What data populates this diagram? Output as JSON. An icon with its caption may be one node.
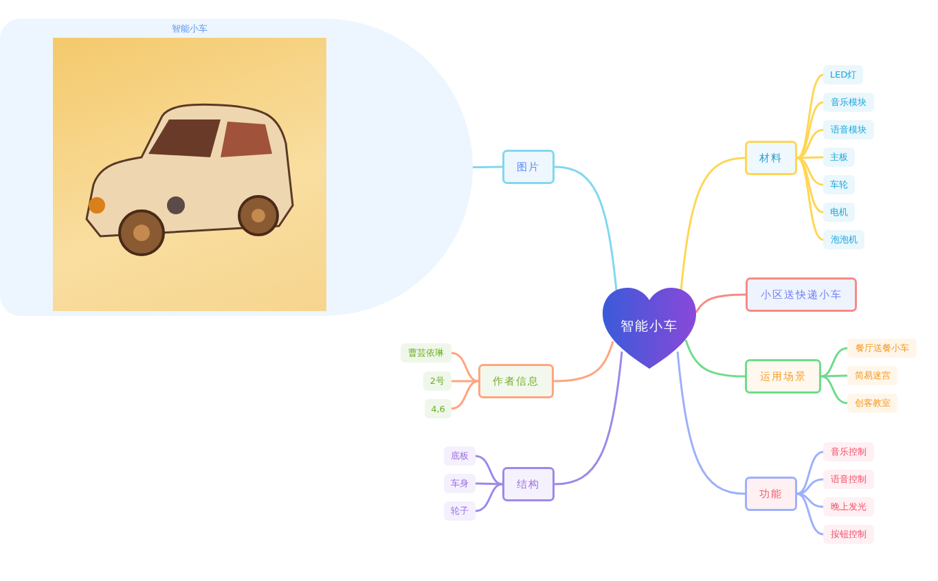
{
  "diagram": {
    "nodes": [
      {
        "text": [
          "智能小车"
        ]
      },
      {
        "text": [
          "图片"
        ]
      },
      {
        "text": [
          "智能小车"
        ]
      },
      {
        "text": [],
        "shape": "picture",
        "in": 2
      },
      {
        "text": [
          "作者信息"
        ]
      },
      {
        "text": [
          "曹芸依琳"
        ]
      },
      {
        "text": [
          "2号"
        ]
      },
      {
        "text": [
          "4,6"
        ]
      },
      {
        "text": [
          "结构"
        ]
      },
      {
        "text": [
          "底板"
        ]
      },
      {
        "text": [
          "车身"
        ]
      },
      {
        "text": [
          "轮子"
        ]
      },
      {
        "text": [
          "材料"
        ]
      },
      {
        "text": [
          "LED灯"
        ]
      },
      {
        "text": [
          "音乐模块"
        ]
      },
      {
        "text": [
          "语音模块"
        ]
      },
      {
        "text": [
          "主板"
        ]
      },
      {
        "text": [
          "车轮"
        ]
      },
      {
        "text": [
          "电机"
        ]
      },
      {
        "text": [
          "泡泡机"
        ]
      },
      {
        "text": [
          "小区送快递小车"
        ]
      },
      {
        "text": [
          "运用场景"
        ]
      },
      {
        "text": [
          "餐厅送餐小车"
        ]
      },
      {
        "text": [
          "简易迷宫"
        ]
      },
      {
        "text": [
          "创客教室"
        ]
      },
      {
        "text": [
          "功能"
        ]
      },
      {
        "text": [
          "音乐控制"
        ]
      },
      {
        "text": [
          "语音控制"
        ]
      },
      {
        "text": [
          "晚上发光"
        ]
      },
      {
        "text": [
          "按钮控制"
        ]
      }
    ],
    "edges": [
      {
        "from": 0,
        "to": 1,
        "arrow": "none",
        "color": "#80d8f0"
      },
      {
        "from": 1,
        "to": 2,
        "arrow": "none",
        "color": "#80d8f0"
      },
      {
        "from": 0,
        "to": 4,
        "arrow": "none",
        "color": "#ffa47e"
      },
      {
        "from": 4,
        "to": 5,
        "arrow": "none",
        "color": "#ffa47e"
      },
      {
        "from": 4,
        "to": 6,
        "arrow": "none",
        "color": "#ffa47e"
      },
      {
        "from": 4,
        "to": 7,
        "arrow": "none",
        "color": "#ffa47e"
      },
      {
        "from": 0,
        "to": 8,
        "arrow": "none",
        "color": "#9d88ea"
      },
      {
        "from": 8,
        "to": 9,
        "arrow": "none",
        "color": "#9d88ea"
      },
      {
        "from": 8,
        "to": 10,
        "arrow": "none",
        "color": "#9d88ea"
      },
      {
        "from": 8,
        "to": 11,
        "arrow": "none",
        "color": "#9d88ea"
      },
      {
        "from": 0,
        "to": 12,
        "arrow": "none",
        "color": "#ffd654"
      },
      {
        "from": 12,
        "to": 13,
        "arrow": "none",
        "color": "#ffd654"
      },
      {
        "from": 12,
        "to": 14,
        "arrow": "none",
        "color": "#ffd654"
      },
      {
        "from": 12,
        "to": 15,
        "arrow": "none",
        "color": "#ffd654"
      },
      {
        "from": 12,
        "to": 16,
        "arrow": "none",
        "color": "#ffd654"
      },
      {
        "from": 12,
        "to": 17,
        "arrow": "none",
        "color": "#ffd654"
      },
      {
        "from": 12,
        "to": 18,
        "arrow": "none",
        "color": "#ffd654"
      },
      {
        "from": 12,
        "to": 19,
        "arrow": "none",
        "color": "#ffd654"
      },
      {
        "from": 0,
        "to": 20,
        "arrow": "none",
        "color": "#f68a84"
      },
      {
        "from": 0,
        "to": 21,
        "arrow": "none",
        "color": "#6ddc8a"
      },
      {
        "from": 21,
        "to": 22,
        "arrow": "none",
        "color": "#6ddc8a"
      },
      {
        "from": 21,
        "to": 23,
        "arrow": "none",
        "color": "#6ddc8a"
      },
      {
        "from": 21,
        "to": 24,
        "arrow": "none",
        "color": "#6ddc8a"
      },
      {
        "from": 0,
        "to": 25,
        "arrow": "none",
        "color": "#9db0fb"
      },
      {
        "from": 25,
        "to": 26,
        "arrow": "none",
        "color": "#9db0fb"
      },
      {
        "from": 25,
        "to": 27,
        "arrow": "none",
        "color": "#9db0fb"
      },
      {
        "from": 25,
        "to": 28,
        "arrow": "none",
        "color": "#9db0fb"
      },
      {
        "from": 25,
        "to": 29,
        "arrow": "none",
        "color": "#9db0fb"
      }
    ]
  }
}
